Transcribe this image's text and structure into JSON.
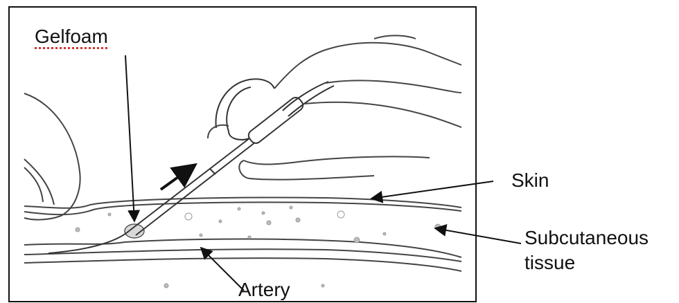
{
  "labels": {
    "gelfoam": "Gelfoam",
    "skin": "Skin",
    "subcutaneous_line1": "Subcutaneous",
    "subcutaneous_line2": "tissue",
    "artery": "Artery"
  },
  "colors": {
    "line": "#333333",
    "frame": "#111111",
    "dots": "#bdbdbd"
  }
}
